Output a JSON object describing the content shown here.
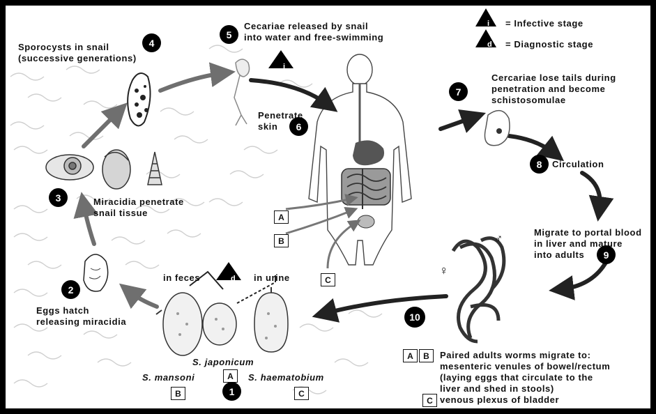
{
  "legend": {
    "infective_marker": "i",
    "infective_label": "= Infective stage",
    "diagnostic_marker": "d",
    "diagnostic_label": "= Diagnostic stage"
  },
  "steps": {
    "step1": {
      "number": "1"
    },
    "step2": {
      "number": "2",
      "text": [
        "Eggs hatch",
        "releasing miracidia"
      ]
    },
    "step3": {
      "number": "3",
      "text": [
        "Miracidia penetrate",
        "snail tissue"
      ]
    },
    "step4": {
      "number": "4",
      "text": [
        "Sporocysts in snail",
        "(successive generations)"
      ]
    },
    "step5": {
      "number": "5",
      "text": [
        "Cecariae released by snail",
        "into water and free-swimming"
      ]
    },
    "step6": {
      "number": "6",
      "text": [
        "Penetrate",
        "skin"
      ]
    },
    "step7": {
      "number": "7",
      "text": [
        "Cercariae lose tails during",
        "penetration and become",
        "schistosomulae"
      ]
    },
    "step8": {
      "number": "8",
      "text": "Circulation"
    },
    "step9": {
      "number": "9",
      "text": [
        "Migrate to portal blood",
        "in liver and mature",
        "into adults"
      ]
    },
    "step10": {
      "number": "10"
    }
  },
  "eggs": {
    "in_feces": "in feces",
    "in_urine": "in urine",
    "species": {
      "mansoni": "S. mansoni",
      "japonicum": "S. japonicum",
      "haematobium": "S. haematobium"
    }
  },
  "body_labels": {
    "A": "A",
    "B": "B",
    "C": "C"
  },
  "sex_symbols": {
    "male": "♂",
    "female": "♀"
  },
  "footnote": {
    "box_A": "A",
    "box_B": "B",
    "box_C": "C",
    "line1": "Paired adults worms migrate to:",
    "line2": "mesenteric venules of bowel/rectum",
    "line3": "(laying eggs that circulate to the",
    "line4": "liver and shed in stools)",
    "line5": "venous plexus of bladder"
  }
}
